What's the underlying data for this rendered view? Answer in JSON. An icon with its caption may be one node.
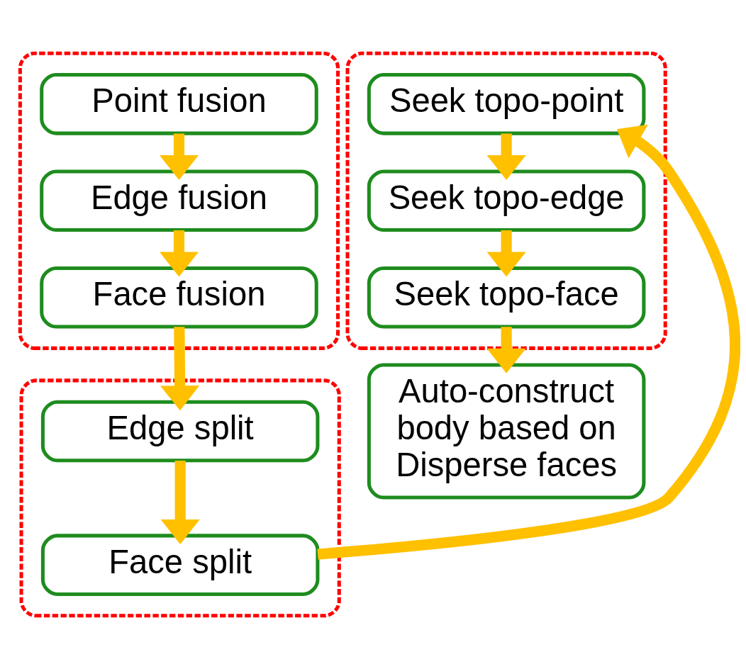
{
  "diagram": {
    "nodes": [
      {
        "text": [],
        "shape": "box"
      },
      {
        "text": [
          "Point fusion"
        ],
        "in": 0
      },
      {
        "text": [
          "Edge fusion"
        ],
        "in": 0
      },
      {
        "text": [
          "Face fusion"
        ],
        "in": 0
      },
      {
        "text": [],
        "shape": "box"
      },
      {
        "text": [
          "Edge split"
        ],
        "in": 4
      },
      {
        "text": [
          "Face split"
        ],
        "in": 4
      },
      {
        "text": [],
        "shape": "box"
      },
      {
        "text": [
          "Seek topo-point"
        ],
        "in": 7
      },
      {
        "text": [
          "Seek topo-edge"
        ],
        "in": 7
      },
      {
        "text": [
          "Seek topo-face"
        ],
        "in": 7
      },
      {
        "text": [
          "Auto-construct body based on Disperse faces"
        ]
      }
    ],
    "edges": [
      {
        "from": 1,
        "to": 2,
        "arrow": "to"
      },
      {
        "from": 2,
        "to": 3,
        "arrow": "to"
      },
      {
        "from": 3,
        "to": 5,
        "arrow": "to"
      },
      {
        "from": 5,
        "to": 6,
        "arrow": "to"
      },
      {
        "from": 6,
        "to": 8,
        "arrow": "to"
      },
      {
        "from": 8,
        "to": 9,
        "arrow": "to"
      },
      {
        "from": 9,
        "to": 10,
        "arrow": "to"
      },
      {
        "from": 10,
        "to": 11,
        "arrow": "to"
      }
    ]
  }
}
